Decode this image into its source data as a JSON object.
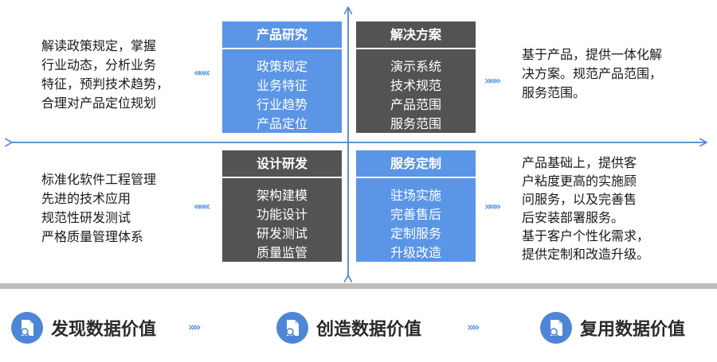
{
  "quadrants": {
    "top_left": {
      "title": "产品研究",
      "items": [
        "政策规定",
        "业务特征",
        "行业趋势",
        "产品定位"
      ],
      "color": "#5b95e6"
    },
    "top_right": {
      "title": "解决方案",
      "items": [
        "演示系统",
        "技术规范",
        "产品范围",
        "服务范围"
      ],
      "color": "#535353"
    },
    "bottom_left": {
      "title": "设计研发",
      "items": [
        "架构建模",
        "功能设计",
        "研发测试",
        "质量监管"
      ],
      "color": "#535353"
    },
    "bottom_right": {
      "title": "服务定制",
      "items": [
        "驻场实施",
        "完善售后",
        "定制服务",
        "升级改造"
      ],
      "color": "#5b95e6"
    }
  },
  "descriptions": {
    "top_left": [
      "解读政策规定，掌握",
      "行业动态，分析业务",
      "特征，预判技术趋势，",
      "合理对产品定位规划"
    ],
    "top_right": [
      "基于产品，提供一体化解",
      "决方案。规范产品范围，",
      "服务范围。"
    ],
    "bottom_left": [
      "标准化软件工程管理",
      "先进的技术应用",
      "规范性研发测试",
      "严格质量管理体系"
    ],
    "bottom_right": [
      "产品基础上，提供客",
      "户粘度更高的实施顾",
      "问服务，以及完善售",
      "后安装部署服务。",
      "基于客户个性化需求，",
      "提供定制和改造升级。"
    ]
  },
  "bottom_bar": {
    "items": [
      {
        "label": "发现数据价值",
        "icon": "document-icon"
      },
      {
        "label": "创造数据价值",
        "icon": "document-icon"
      },
      {
        "label": "复用数据价值",
        "icon": "document-icon"
      }
    ],
    "connector": "»»"
  },
  "chevrons": {
    "left": "«««",
    "right": "»»»"
  },
  "colors": {
    "accent": "#5b95e6",
    "dark": "#535353",
    "axis": "#4d86d6",
    "divider": "#bdbdbd"
  }
}
